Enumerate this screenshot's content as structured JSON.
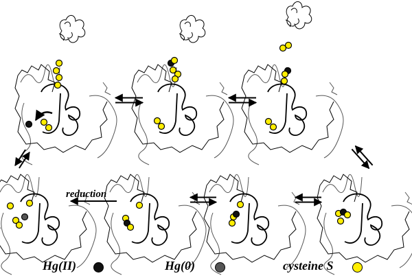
{
  "labels": {
    "reduction": "reduction"
  },
  "legend": [
    {
      "key": "hg2",
      "text": "Hg(II)",
      "color": "#111111"
    },
    {
      "key": "hg0",
      "text": "Hg(0)",
      "color": "#555555"
    },
    {
      "key": "cys",
      "text": "cysteine S",
      "color": "#ffee00"
    }
  ],
  "colors": {
    "outline": "#000000",
    "backbone": "#555555",
    "hg2": "#111111",
    "hg0": "#555555",
    "cysteine": "#ffee00"
  },
  "panels": [
    {
      "id": "top-1",
      "state": "Hg(II) approaching, domain detached"
    },
    {
      "id": "top-2",
      "state": "Hg(II) bound to N-terminal domain cysteines"
    },
    {
      "id": "top-3",
      "state": "Hg(II) transferred toward active site"
    },
    {
      "id": "bottom-1",
      "state": "Hg(0) released after reduction"
    },
    {
      "id": "bottom-2",
      "state": "Hg(II) at active site"
    },
    {
      "id": "bottom-3",
      "state": "Hg(II) coordinated by active-site cysteines"
    },
    {
      "id": "bottom-4",
      "state": "Hg(II) handed to inner cysteines"
    }
  ]
}
